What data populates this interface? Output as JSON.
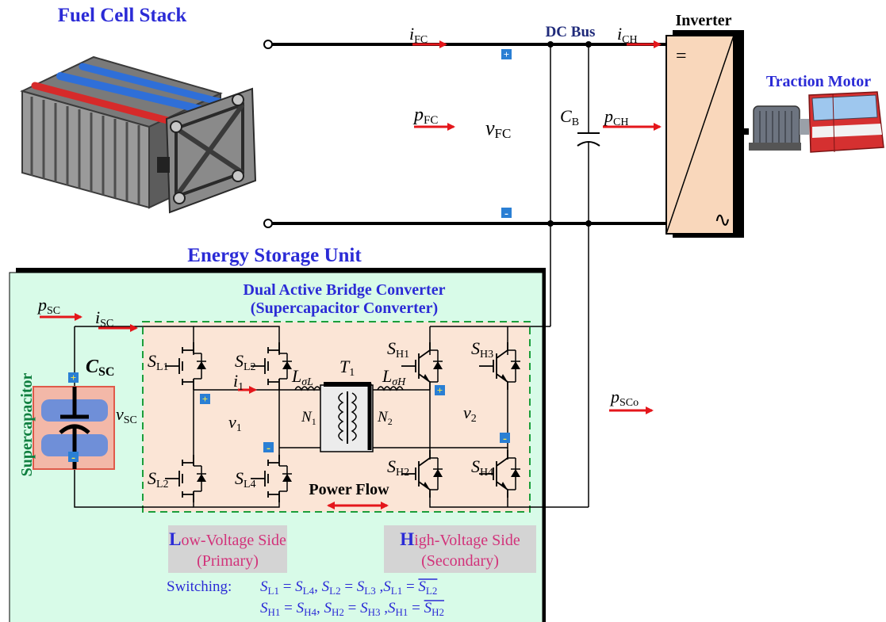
{
  "colors": {
    "title_blue": "#2b2bd6",
    "pink": "#d2327a",
    "arrow_red": "#e4161b",
    "ess_bg": "#d8fbe8",
    "dab_bg": "#fbe5d6",
    "dab_border": "#1a9e3a",
    "inverter_fill": "#f9d7bb",
    "sc_green": "#0f7f3f",
    "marker_blue": "#2a7fd4",
    "gray_box": "#d4d4d4"
  },
  "titles": {
    "fuel_cell": "Fuel Cell Stack",
    "dc_bus": "DC Bus",
    "inverter": "Inverter",
    "traction_motor": "Traction Motor",
    "ess": "Energy Storage Unit",
    "dab_line1": "Dual Active Bridge Converter",
    "dab_line2": "(Supercapacitor Converter)",
    "supercap": "Supercapacitor",
    "power_flow": "Power Flow"
  },
  "inverter_symbols": {
    "dc": "=",
    "ac": "∿"
  },
  "signals": {
    "i_fc": {
      "main": "i",
      "sub": "FC"
    },
    "i_ch": {
      "main": "i",
      "sub": "CH"
    },
    "p_fc": {
      "main": "p",
      "sub": "FC"
    },
    "v_fc": {
      "main": "v",
      "sub": "FC"
    },
    "c_b": {
      "main": "C",
      "sub": "B"
    },
    "p_ch": {
      "main": "p",
      "sub": "CH"
    },
    "p_sc": {
      "main": "p",
      "sub": "SC"
    },
    "i_sc": {
      "main": "i",
      "sub": "SC"
    },
    "c_sc": {
      "main": "C",
      "sub": "SC"
    },
    "v_sc": {
      "main": "v",
      "sub": "SC"
    },
    "i_1": {
      "main": "i",
      "sub": "1"
    },
    "v_1": {
      "main": "v",
      "sub": "1"
    },
    "v_2": {
      "main": "v",
      "sub": "2"
    },
    "l_sigma_l": {
      "main": "L",
      "sub": "σL"
    },
    "l_sigma_h": {
      "main": "L",
      "sub": "σH"
    },
    "t_1": {
      "main": "T",
      "sub": "1"
    },
    "n_1": {
      "main": "N",
      "sub": "1"
    },
    "n_2": {
      "main": "N",
      "sub": "2"
    },
    "p_sco": {
      "main": "p",
      "sub": "SCo"
    }
  },
  "switches": {
    "s_l1": {
      "main": "S",
      "sub": "L1"
    },
    "s_l2_top": {
      "main": "S",
      "sub": "L2"
    },
    "s_l2_bot": {
      "main": "S",
      "sub": "L2"
    },
    "s_l4": {
      "main": "S",
      "sub": "L4"
    },
    "s_h1": {
      "main": "S",
      "sub": "H1"
    },
    "s_h3": {
      "main": "S",
      "sub": "H3"
    },
    "s_h2": {
      "main": "S",
      "sub": "H2"
    },
    "s_h4": {
      "main": "S",
      "sub": "H4"
    }
  },
  "markers": {
    "plus": "+",
    "minus": "-"
  },
  "sides": {
    "low_initial": "L",
    "low_rest": "ow-Voltage Side",
    "low_sub": "(Primary)",
    "high_initial": "H",
    "high_rest": "igh-Voltage Side",
    "high_sub": "(Secondary)"
  },
  "switching": {
    "label": "Switching:",
    "row1": [
      {
        "main": "S",
        "sub": "L1"
      },
      {
        "op": " = "
      },
      {
        "main": "S",
        "sub": "L4"
      },
      {
        "op": ",  "
      },
      {
        "main": "S",
        "sub": "L2"
      },
      {
        "op": " = "
      },
      {
        "main": "S",
        "sub": "L3"
      },
      {
        "op": "  ,"
      },
      {
        "main": "S",
        "sub": "L1"
      },
      {
        "op": " = "
      },
      {
        "main": "S",
        "sub": "L2",
        "bar": true
      }
    ],
    "row2": [
      {
        "main": "S",
        "sub": "H1"
      },
      {
        "op": " = "
      },
      {
        "main": "S",
        "sub": "H4"
      },
      {
        "op": ",  "
      },
      {
        "main": "S",
        "sub": "H2"
      },
      {
        "op": " = "
      },
      {
        "main": "S",
        "sub": "H3"
      },
      {
        "op": "  ,"
      },
      {
        "main": "S",
        "sub": "H1"
      },
      {
        "op": " = "
      },
      {
        "main": "S",
        "sub": "H2",
        "bar": true
      }
    ]
  }
}
